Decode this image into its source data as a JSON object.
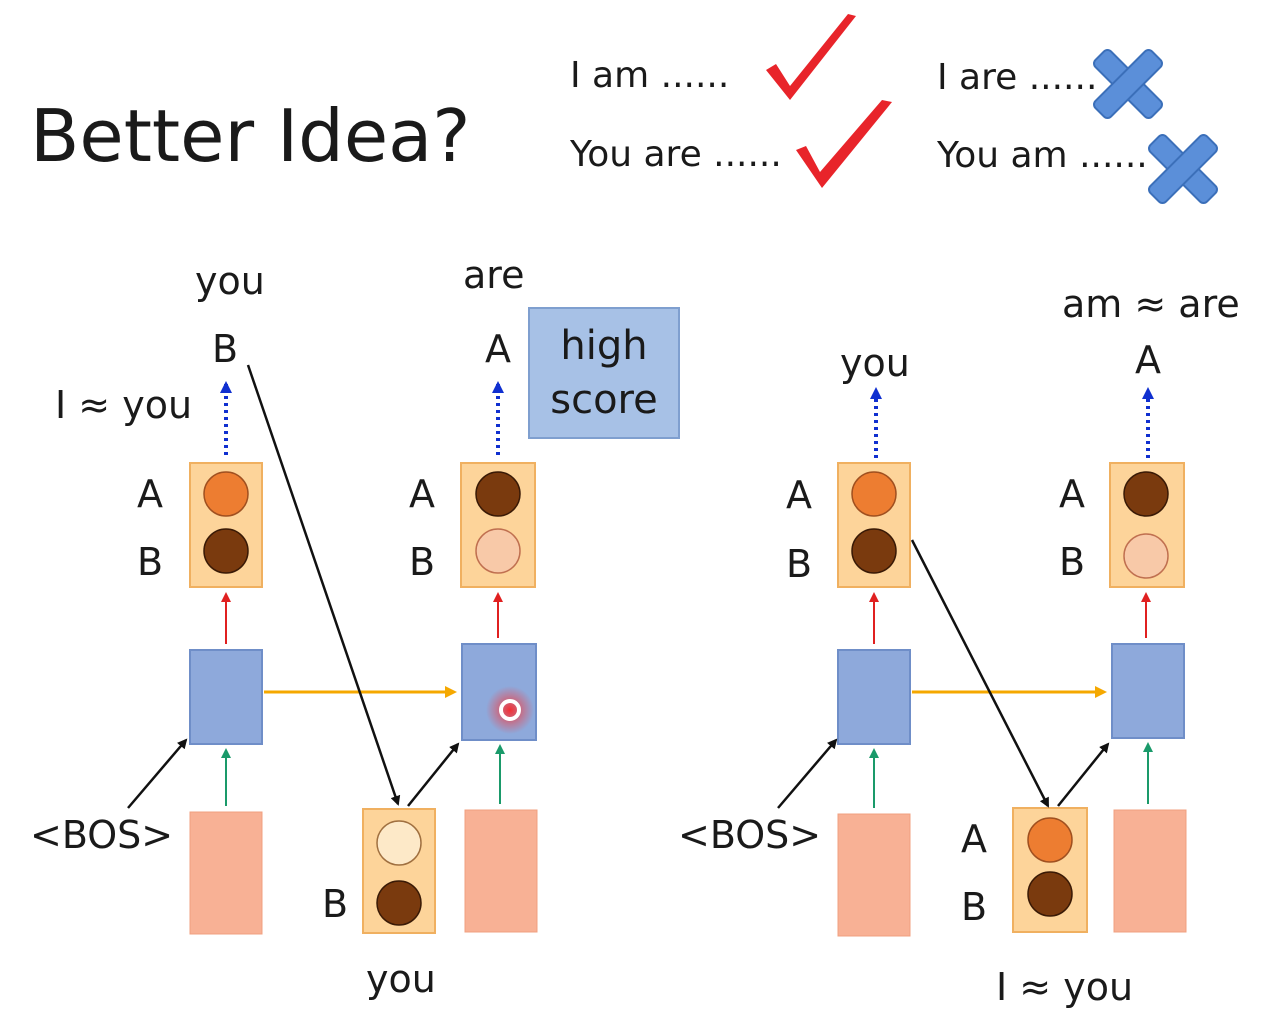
{
  "title": "Better Idea?",
  "examples": {
    "correct": [
      "I am ......",
      "You are ......"
    ],
    "wrong": [
      "I are ......",
      "You am ......"
    ]
  },
  "left_diagram": {
    "note_top_left": "I ≈ you",
    "out1_word": "you",
    "out1_symbol": "B",
    "out2_word": "are",
    "out2_symbol": "A",
    "score_box": [
      "high",
      "score"
    ],
    "dist1_labels": [
      "A",
      "B"
    ],
    "dist2_labels": [
      "A",
      "B"
    ],
    "input_bos": "<BOS>",
    "input_dist_label": "B",
    "input_word": "you"
  },
  "right_diagram": {
    "out1_word": "you",
    "out2_word": "am ≈ are",
    "out2_symbol": "A",
    "dist1_labels": [
      "A",
      "B"
    ],
    "dist2_labels": [
      "A",
      "B"
    ],
    "input_bos": "<BOS>",
    "input_dist_labels": [
      "A",
      "B"
    ],
    "note_bottom": "I ≈ you"
  },
  "colors": {
    "hidden_box": "#8ea9db",
    "prob_box": "#fdd49a",
    "embedding": "#f8b195",
    "dark_dot": "#7a3a0e",
    "orange_dot": "#ed7d31",
    "light_dot": "#f8c9a8",
    "pale_dot": "#fde9c8",
    "check": "#e8242a",
    "cross": "#5b8fd9"
  }
}
